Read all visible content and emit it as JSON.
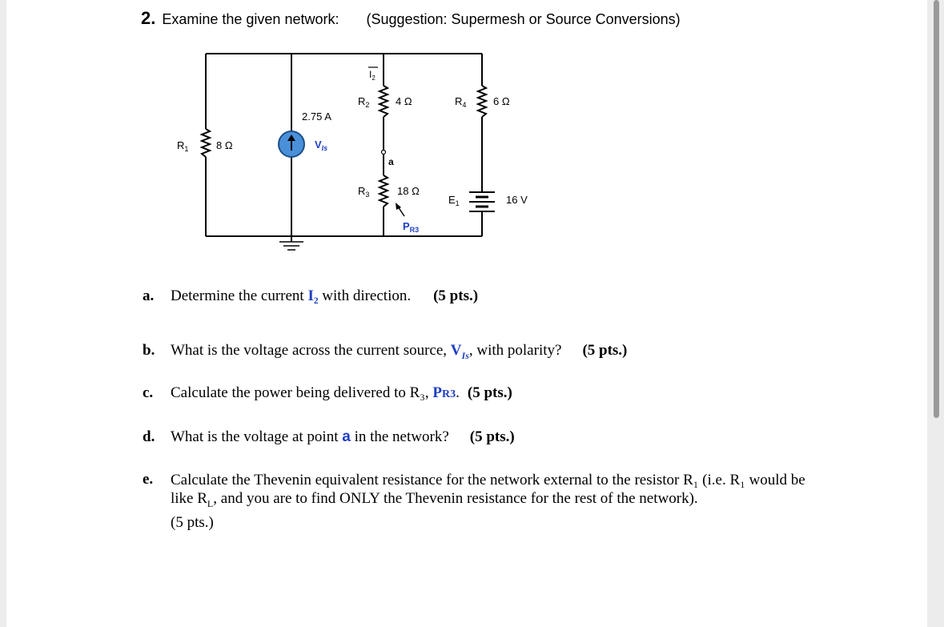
{
  "problem": {
    "number": "2.",
    "title": "Examine the given network:",
    "suggestion": "(Suggestion: Supermesh or Source Conversions)"
  },
  "circuit": {
    "r1": {
      "name": "R",
      "sub": "1",
      "value": "8 Ω"
    },
    "current_source": {
      "value": "2.75 A",
      "arrow": "↑",
      "voltage_name": "V",
      "voltage_sub": "Is"
    },
    "current_i2": {
      "name": "I",
      "sub": "2"
    },
    "r2": {
      "name": "R",
      "sub": "2",
      "value": "4 Ω"
    },
    "r3": {
      "name": "R",
      "sub": "3",
      "value": "18 Ω"
    },
    "r4": {
      "name": "R",
      "sub": "4",
      "value": "6 Ω"
    },
    "node_a": "a",
    "power": {
      "name": "P",
      "sub": "R3"
    },
    "e1": {
      "name": "E",
      "sub": "1",
      "value": "16 V"
    }
  },
  "questions": {
    "a": {
      "label": "a.",
      "text": "Determine the current ",
      "var": "I₂",
      "text2": " with direction.",
      "pts": "(5 pts.)"
    },
    "b": {
      "label": "b.",
      "text": "What is the voltage across the current source, ",
      "var_main": "V",
      "var_sub": "Is",
      "text2": ", with polarity?",
      "pts": "(5 pts.)"
    },
    "c": {
      "label": "c.",
      "text": "Calculate the power being delivered to R₃, ",
      "var_main": "P",
      "var_sub": "R3",
      "text2": ".",
      "pts": "(5 pts.)"
    },
    "d": {
      "label": "d.",
      "text": "What is the voltage at point ",
      "var": "a",
      "text2": " in the network?",
      "pts": "(5 pts.)"
    },
    "e": {
      "label": "e.",
      "text": "Calculate the Thevenin equivalent resistance for the network external to the resistor R₁ (i.e. R₁ would be like R",
      "sub": "L",
      "text2": ", and you are to find ONLY the Thevenin resistance for the rest of the network).",
      "pts": "(5 pts.)"
    }
  }
}
